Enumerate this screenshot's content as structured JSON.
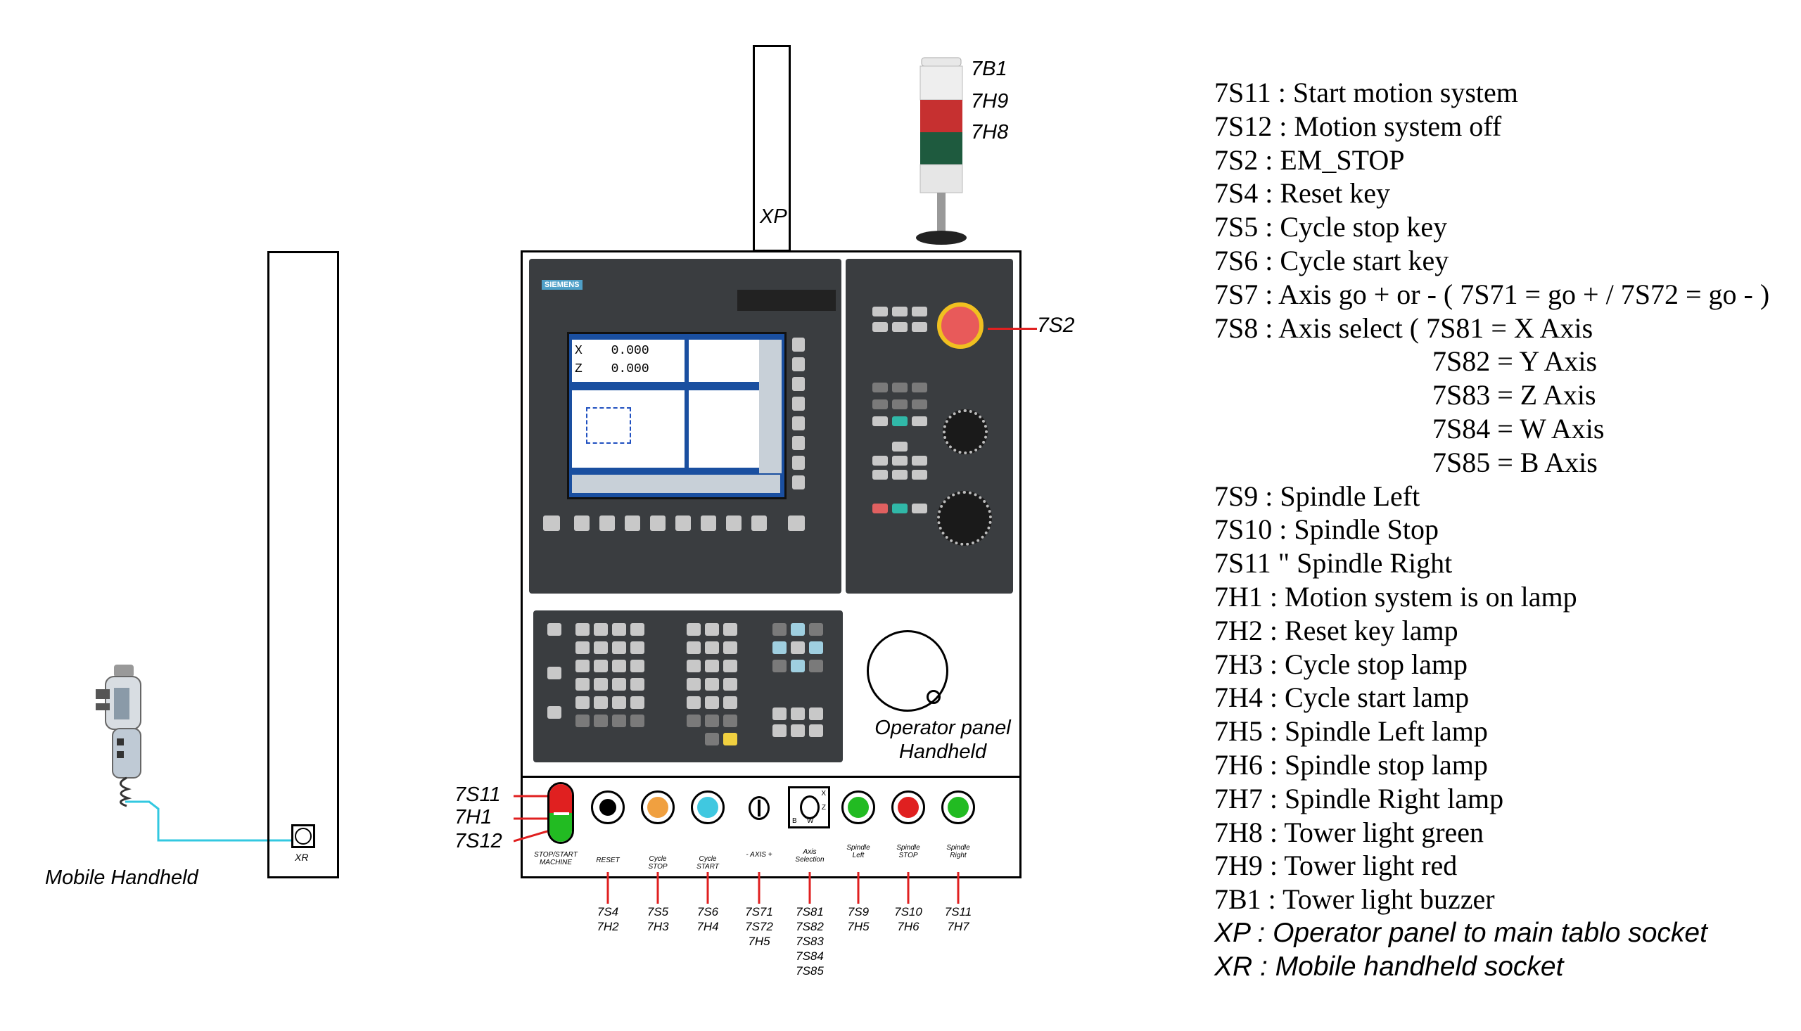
{
  "diagram": {
    "mobile_handheld_label": "Mobile Handheld",
    "xr_label": "XR",
    "xp_label": "XP",
    "tower_labels": [
      "7B1",
      "7H9",
      "7H8"
    ],
    "em_stop_label": "7S2",
    "screen_brand": "SIEMENS",
    "screen_values": {
      "x_axis": "X",
      "x_value": "0.000",
      "z_axis": "Z",
      "z_value": "0.000"
    },
    "operator_panel_label": "Operator panel Handheld",
    "side_labels": [
      "7S11",
      "7H1",
      "7S12"
    ],
    "buttons": [
      {
        "label": "STOP/START MACHINE",
        "codes": ""
      },
      {
        "label": "RESET",
        "codes": "7S4\n7H2"
      },
      {
        "label": "Cycle STOP",
        "codes": "7S5\n7H3"
      },
      {
        "label": "Cycle START",
        "codes": "7S6\n7H4"
      },
      {
        "label": "- AXIS +",
        "codes": "7S71\n7S72\n7H5"
      },
      {
        "label": "Axis Selection",
        "codes": "7S81\n7S82\n7S83\n7S84\n7S85"
      },
      {
        "label": "Spindle Left",
        "codes": "7S9\n7H5"
      },
      {
        "label": "Spindle STOP",
        "codes": "7S10\n7H6"
      },
      {
        "label": "Spindle Right",
        "codes": "7S11\n7H7"
      }
    ],
    "selector_letters": {
      "x": "X",
      "z": "Z",
      "b": "B",
      "w": "W"
    }
  },
  "legend": [
    {
      "text": "7S11 : Start motion system",
      "indent": false,
      "italic": false
    },
    {
      "text": "7S12 : Motion system off",
      "indent": false,
      "italic": false
    },
    {
      "text": "7S2 : EM_STOP",
      "indent": false,
      "italic": false
    },
    {
      "text": "7S4 : Reset key",
      "indent": false,
      "italic": false
    },
    {
      "text": "7S5 : Cycle stop key",
      "indent": false,
      "italic": false
    },
    {
      "text": "7S6 : Cycle start key",
      "indent": false,
      "italic": false
    },
    {
      "text": "7S7 : Axis go + or - ( 7S71 = go + / 7S72 = go - )",
      "indent": false,
      "italic": false
    },
    {
      "text": "7S8 : Axis select ( 7S81 = X Axis",
      "indent": false,
      "italic": false
    },
    {
      "text": "7S82 = Y Axis",
      "indent": true,
      "italic": false
    },
    {
      "text": "7S83 = Z Axis",
      "indent": true,
      "italic": false
    },
    {
      "text": "7S84 = W Axis",
      "indent": true,
      "italic": false
    },
    {
      "text": "7S85 = B Axis",
      "indent": true,
      "italic": false
    },
    {
      "text": "7S9 : Spindle Left",
      "indent": false,
      "italic": false
    },
    {
      "text": "7S10 : Spindle Stop",
      "indent": false,
      "italic": false
    },
    {
      "text": "7S11 \" Spindle Right",
      "indent": false,
      "italic": false
    },
    {
      "text": "7H1 : Motion system is on lamp",
      "indent": false,
      "italic": false
    },
    {
      "text": "7H2 : Reset key lamp",
      "indent": false,
      "italic": false
    },
    {
      "text": "7H3 : Cycle stop lamp",
      "indent": false,
      "italic": false
    },
    {
      "text": "7H4 : Cycle start lamp",
      "indent": false,
      "italic": false
    },
    {
      "text": "7H5 : Spindle Left lamp",
      "indent": false,
      "italic": false
    },
    {
      "text": "7H6 : Spindle stop lamp",
      "indent": false,
      "italic": false
    },
    {
      "text": "7H7 : Spindle Right lamp",
      "indent": false,
      "italic": false
    },
    {
      "text": "7H8 : Tower light green",
      "indent": false,
      "italic": false
    },
    {
      "text": "7H9 : Tower light red",
      "indent": false,
      "italic": false
    },
    {
      "text": "7B1 : Tower light buzzer",
      "indent": false,
      "italic": false
    },
    {
      "text": "XP : Operator panel to main tablo socket",
      "indent": false,
      "italic": true
    },
    {
      "text": "XR : Mobile handheld socket",
      "indent": false,
      "italic": true
    }
  ],
  "colors": {
    "panel_dark": "#3a3d40",
    "screen_blue": "#1a4fa0",
    "em_stop_red": "#e85a5a",
    "lamp_red": "#e02020",
    "lamp_green": "#22bb22",
    "cable_cyan": "#33c8e0",
    "orange": "#f0a040",
    "cyan_button": "#40c8e0"
  }
}
